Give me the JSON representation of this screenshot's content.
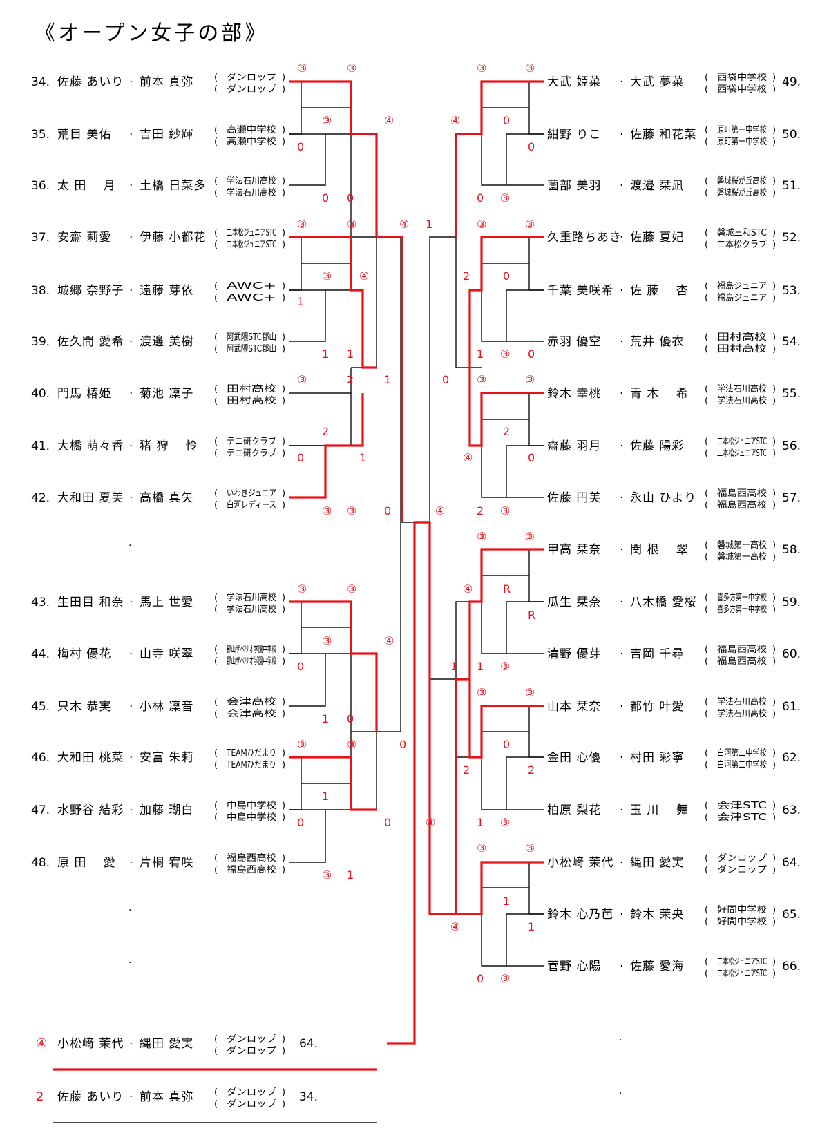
{
  "title": "《オープン女子の部》",
  "left_players": [
    {
      "num": "34.",
      "p1": "佐藤 あいり",
      "p2": "前本 真弥",
      "c1": "ダンロップ",
      "c2": "ダンロップ"
    },
    {
      "num": "35.",
      "p1": "荒目 美佑",
      "p2": "吉田 紗輝",
      "c1": "高瀬中学校",
      "c2": "高瀬中学校"
    },
    {
      "num": "36.",
      "p1": "太 田 　月",
      "p2": "土橋 日菜多",
      "c1": "学法石川高校",
      "c2": "学法石川高校"
    },
    {
      "num": "37.",
      "p1": "安齋 莉愛",
      "p2": "伊藤 小都花",
      "c1": "二本松ジュニアSTC",
      "c2": "二本松ジュニアSTC"
    },
    {
      "num": "38.",
      "p1": "城郷 奈野子",
      "p2": "遠藤 芽依",
      "c1": "AWC+",
      "c2": "AWC+"
    },
    {
      "num": "39.",
      "p1": "佐久間 愛希",
      "p2": "渡邊 美樹",
      "c1": "阿武隈STC郡山",
      "c2": "阿武隈STC郡山"
    },
    {
      "num": "40.",
      "p1": "門馬 椿姫",
      "p2": "菊池 凜子",
      "c1": "田村高校",
      "c2": "田村高校"
    },
    {
      "num": "41.",
      "p1": "大橋 萌々香",
      "p2": "猪 狩 　怜",
      "c1": "テニ研クラブ",
      "c2": "テニ研クラブ"
    },
    {
      "num": "42.",
      "p1": "大和田 夏美",
      "p2": "高橋 真矢",
      "c1": "いわきジュニア",
      "c2": "白河レディース"
    },
    {
      "num": "43.",
      "p1": "生田目 和奈",
      "p2": "馬上 世愛",
      "c1": "学法石川高校",
      "c2": "学法石川高校"
    },
    {
      "num": "44.",
      "p1": "梅村 優花",
      "p2": "山寺 咲翠",
      "c1": "郡山ザベリオ学園中学校",
      "c2": "郡山ザベリオ学園中学校"
    },
    {
      "num": "45.",
      "p1": "只木 恭実",
      "p2": "小林 凜音",
      "c1": "会津高校",
      "c2": "会津高校"
    },
    {
      "num": "46.",
      "p1": "大和田 桃菜",
      "p2": "安富 朱莉",
      "c1": "TEAMひだまり",
      "c2": "TEAMひだまり"
    },
    {
      "num": "47.",
      "p1": "水野谷 結彩",
      "p2": "加藤 瑚白",
      "c1": "中島中学校",
      "c2": "中島中学校"
    },
    {
      "num": "48.",
      "p1": "原 田 　愛",
      "p2": "片桐 宥咲",
      "c1": "福島西高校",
      "c2": "福島西高校"
    }
  ],
  "right_players": [
    {
      "num": "49.",
      "p1": "大武 姫菜",
      "p2": "大武 夢菜",
      "c1": "西袋中学校",
      "c2": "西袋中学校"
    },
    {
      "num": "50.",
      "p1": "紺野 りこ",
      "p2": "佐藤 和花菜",
      "c1": "原町第一中学校",
      "c2": "原町第一中学校"
    },
    {
      "num": "51.",
      "p1": "薗部 美羽",
      "p2": "渡邉 栞凪",
      "c1": "磐城桜が丘高校",
      "c2": "磐城桜が丘高校"
    },
    {
      "num": "52.",
      "p1": "久重路ちあき",
      "p2": "佐藤 夏妃",
      "c1": "磐城三和STC",
      "c2": "二本松クラブ"
    },
    {
      "num": "53.",
      "p1": "千葉 美咲希",
      "p2": "佐 藤 　杏",
      "c1": "福島ジュニア",
      "c2": "福島ジュニア"
    },
    {
      "num": "54.",
      "p1": "赤羽 優空",
      "p2": "荒井 優衣",
      "c1": "田村高校",
      "c2": "田村高校"
    },
    {
      "num": "55.",
      "p1": "鈴木 幸桃",
      "p2": "青 木 　希",
      "c1": "学法石川高校",
      "c2": "学法石川高校"
    },
    {
      "num": "56.",
      "p1": "齋藤 羽月",
      "p2": "佐藤 陽彩",
      "c1": "二本松ジュニアSTC",
      "c2": "二本松ジュニアSTC"
    },
    {
      "num": "57.",
      "p1": "佐藤 円美",
      "p2": "永山 ひより",
      "c1": "福島西高校",
      "c2": "福島西高校"
    },
    {
      "num": "58.",
      "p1": "甲高 栞奈",
      "p2": "関 根 　翠",
      "c1": "磐城第一高校",
      "c2": "磐城第一高校"
    },
    {
      "num": "59.",
      "p1": "瓜生 栞奈",
      "p2": "八木橋 愛桜",
      "c1": "喜多方第一中学校",
      "c2": "喜多方第一中学校"
    },
    {
      "num": "60.",
      "p1": "清野 優芽",
      "p2": "吉岡 千尋",
      "c1": "福島西高校",
      "c2": "福島西高校"
    },
    {
      "num": "61.",
      "p1": "山本 栞奈",
      "p2": "都竹 叶愛",
      "c1": "学法石川高校",
      "c2": "学法石川高校"
    },
    {
      "num": "62.",
      "p1": "金田 心優",
      "p2": "村田 彩寧",
      "c1": "白河第二中学校",
      "c2": "白河第二中学校"
    },
    {
      "num": "63.",
      "p1": "柏原 梨花",
      "p2": "玉 川 　舞",
      "c1": "会津STC",
      "c2": "会津STC"
    },
    {
      "num": "64.",
      "p1": "小松﨑 茉代",
      "p2": "縄田 愛実",
      "c1": "ダンロップ",
      "c2": "ダンロップ"
    },
    {
      "num": "65.",
      "p1": "鈴木 心乃芭",
      "p2": "鈴木 茉央",
      "c1": "好間中学校",
      "c2": "好間中学校"
    },
    {
      "num": "66.",
      "p1": "菅野 心陽",
      "p2": "佐藤 愛海",
      "c1": "二本松ジュニアSTC",
      "c2": "二本松ジュニアSTC"
    }
  ],
  "results": [
    {
      "score": "④",
      "p1": "小松﨑 茉代",
      "p2": "縄田 愛実",
      "c1": "ダンロップ",
      "c2": "ダンロップ",
      "num": "64."
    },
    {
      "score": "2",
      "p1": "佐藤 あいり",
      "p2": "前本 真弥",
      "c1": "ダンロップ",
      "c2": "ダンロップ",
      "num": "34."
    }
  ],
  "separator_dot": "·",
  "spacer_dot": ".",
  "colors": {
    "winner_line": "#e8121b",
    "score": "#e8121b",
    "line": "#111111"
  }
}
